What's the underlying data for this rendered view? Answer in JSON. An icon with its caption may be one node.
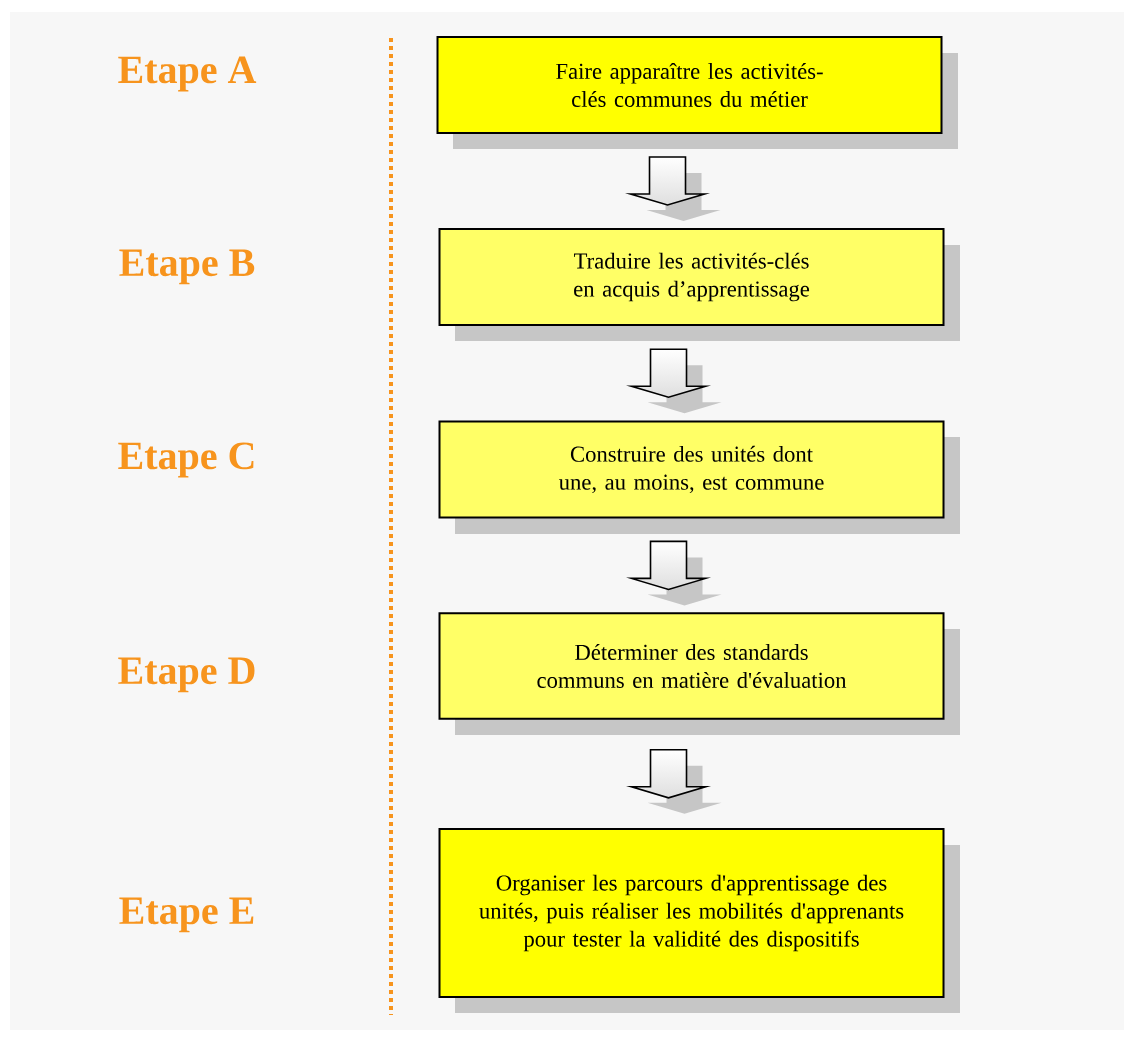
{
  "diagram": {
    "nodes": [
      {
        "text": [
          "Faire apparaître les activités-clés communes du métier"
        ]
      },
      {
        "text": [
          "Traduire les activités-clés en acquis d’apprentissage"
        ]
      },
      {
        "text": [
          "Construire des unités dont une, au moins, est commune"
        ]
      },
      {
        "text": [
          "Déterminer des standards communs en matière d'évaluation"
        ]
      },
      {
        "text": [
          "Organiser les parcours d'apprentissage des unités, puis réaliser les mobilités d'apprenants pour tester la validité des dispositifs"
        ]
      }
    ],
    "edges": [
      {
        "from": 0,
        "to": 1,
        "arrow": "to"
      },
      {
        "from": 1,
        "to": 2,
        "arrow": "to"
      },
      {
        "from": 2,
        "to": 3,
        "arrow": "to"
      },
      {
        "from": 3,
        "to": 4,
        "arrow": "to"
      }
    ],
    "labels": [
      "Etape A",
      "Etape B",
      "Etape C",
      "Etape D",
      "Etape E"
    ]
  }
}
